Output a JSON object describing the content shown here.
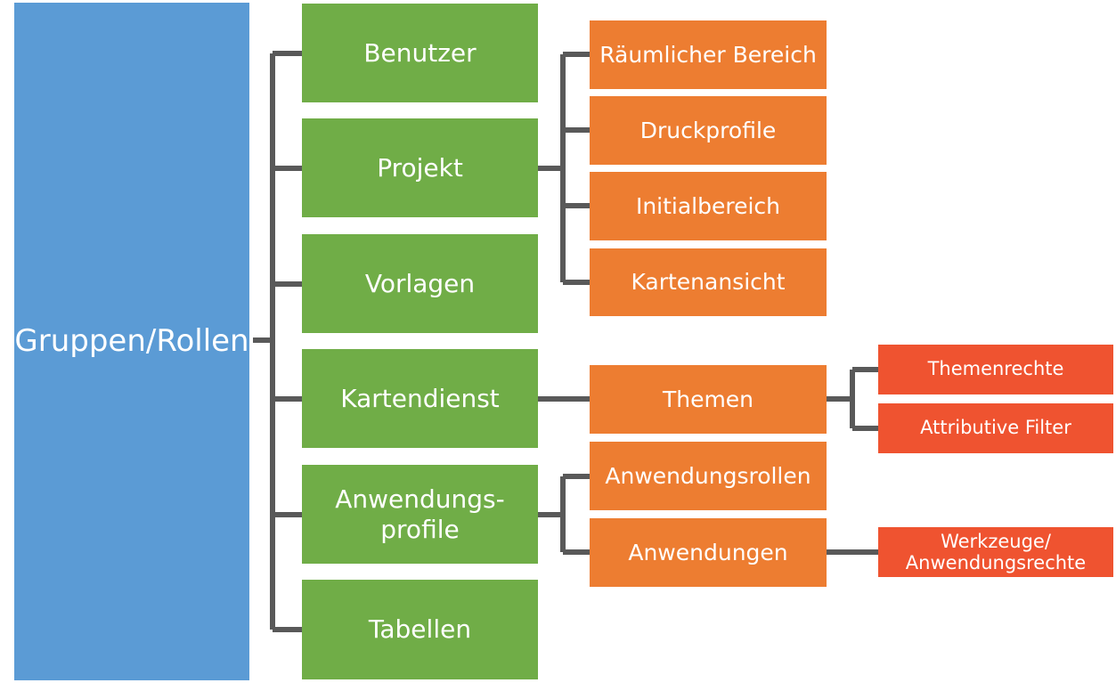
{
  "root": {
    "label": "Gruppen/Rollen"
  },
  "level1": [
    {
      "label": "Benutzer"
    },
    {
      "label": "Projekt"
    },
    {
      "label": "Vorlagen"
    },
    {
      "label": "Kartendienst"
    },
    {
      "label": "Anwendungs-\nprofile"
    },
    {
      "label": "Tabellen"
    }
  ],
  "projekt_children": [
    {
      "label": "Räumlicher Bereich"
    },
    {
      "label": "Druckprofile"
    },
    {
      "label": "Initialbereich"
    },
    {
      "label": "Kartenansicht"
    }
  ],
  "kartendienst_children": [
    {
      "label": "Themen"
    }
  ],
  "themen_children": [
    {
      "label": "Themenrechte"
    },
    {
      "label": "Attributive Filter"
    }
  ],
  "anwendungsprofile_children": [
    {
      "label": "Anwendungsrollen"
    },
    {
      "label": "Anwendungen"
    }
  ],
  "anwendungen_children": [
    {
      "label": "Werkzeuge/\nAnwendungsrechte"
    }
  ],
  "colors": {
    "root": "#5b9bd5",
    "level1": "#70ad47",
    "level2": "#ed7d31",
    "level3": "#ef5330",
    "connector": "#595959"
  }
}
